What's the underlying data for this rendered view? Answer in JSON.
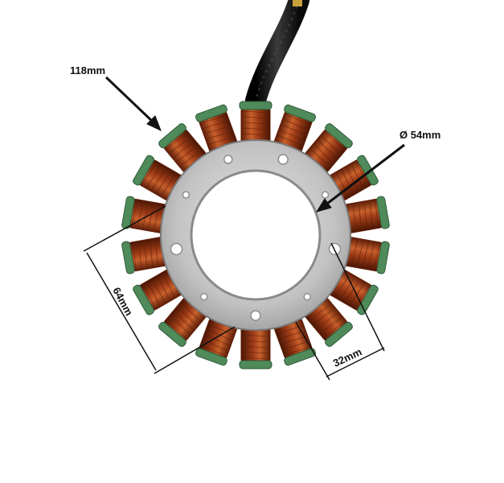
{
  "labels": {
    "outer_diameter": "118mm",
    "inner_diameter": "Ø 54mm",
    "height": "64mm",
    "width": "32mm"
  },
  "colors": {
    "copper": "#9b3a16",
    "copper_dark": "#5e1e08",
    "copper_light": "#c8602c",
    "insulator": "#4f8a5a",
    "plate": "#c9c9c9",
    "plate_dark": "#8e8e8e",
    "cable": "#1a1a1a",
    "annotation": "#111111"
  },
  "stator": {
    "pole_count": 18
  }
}
